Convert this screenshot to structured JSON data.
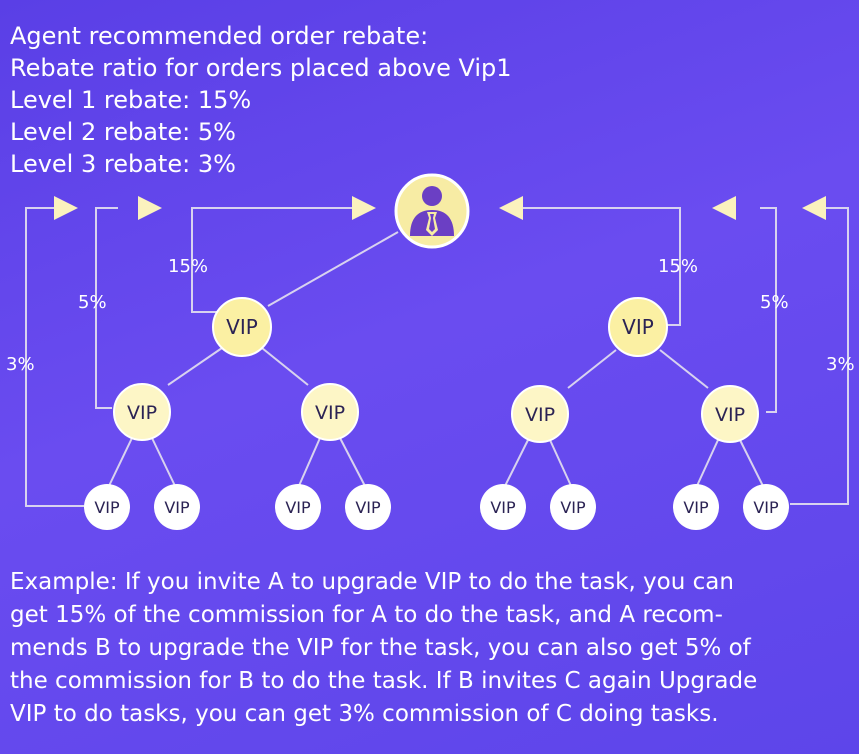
{
  "header": {
    "lines": [
      "Agent recommended order rebate:",
      "Rebate ratio for orders placed above Vip1",
      "Level 1 rebate: 15%",
      "Level 2 rebate: 5%",
      "Level 3 rebate: 3%"
    ]
  },
  "diagram": {
    "agent_icon": "person-tie-icon",
    "node_label": "VIP",
    "level1_rate": "15%",
    "level2_rate": "5%",
    "level3_rate": "3%"
  },
  "example": {
    "lines": [
      "Example: If you invite A to upgrade VIP to do the task, you can",
      "get 15% of the commission for A to do the task, and A recom-",
      "mends B to upgrade the VIP for the task, you can also get 5% of",
      "the commission for B to do the task. If B invites C again Upgrade",
      "VIP to do tasks, you can get 3% commission of C doing tasks."
    ]
  },
  "colors": {
    "background": "#5e44ea",
    "level1_node": "#fbf0a3",
    "level2_node": "#fdf6c6",
    "level3_node": "#ffffff",
    "agent_circle": "#f7eca4",
    "agent_icon": "#6b3fc4",
    "connector": "#d8d2ef",
    "arrow": "#fbf2be"
  }
}
